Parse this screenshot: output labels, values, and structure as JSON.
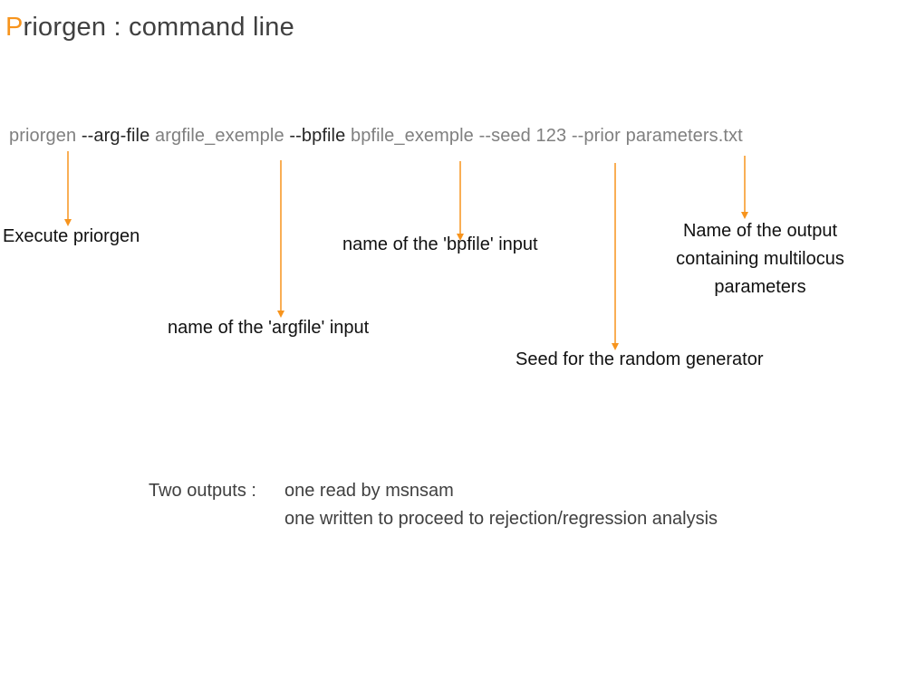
{
  "title": {
    "first_letter": "P",
    "rest": "riorgen : command line"
  },
  "command": [
    {
      "text": "priorgen",
      "style": "grey"
    },
    {
      "text": "--arg-file",
      "style": "dark"
    },
    {
      "text": "argfile_exemple",
      "style": "grey"
    },
    {
      "text": "--bpfile",
      "style": "dark"
    },
    {
      "text": "bpfile_exemple",
      "style": "grey"
    },
    {
      "text": "--seed",
      "style": "grey"
    },
    {
      "text": "123",
      "style": "grey"
    },
    {
      "text": "--prior",
      "style": "grey"
    },
    {
      "text": "parameters.txt",
      "style": "grey"
    }
  ],
  "annotations": {
    "execute": "Execute priorgen",
    "argfile": "name of the 'argfile' input",
    "bpfile": "name of the 'bpfile' input",
    "seed": "Seed for the random generator",
    "output_line1": "Name of the output",
    "output_line2": "containing multilocus",
    "output_line3": "parameters"
  },
  "outputs": {
    "lead": "Two outputs :",
    "item1": "one read by msnsam",
    "item2": "one written to proceed to rejection/regression analysis"
  },
  "colors": {
    "accent": "#f7941d",
    "text_grey": "#7f7f7f",
    "text_dark": "#262626"
  }
}
